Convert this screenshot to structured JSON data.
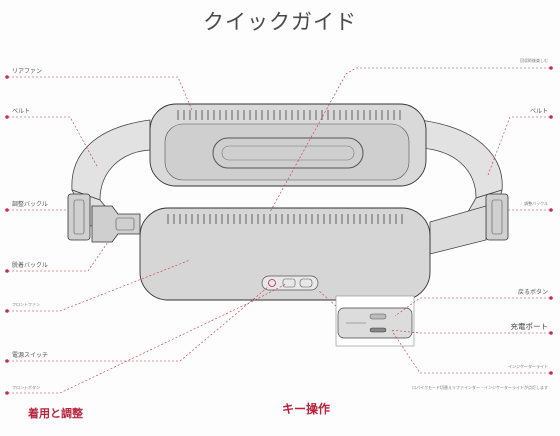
{
  "title": "クイックガイド",
  "labels": {
    "rear_fan": "リアファン",
    "belt_left": "ベルト",
    "adjust_buckle_left": "調整バックル",
    "removable_buckle": "脱着バックル",
    "front_fan": "フロントファン",
    "power_switch": "電源スイッチ",
    "front_button": "フロントボタン",
    "top_right_note": "回収術後楽しむ",
    "belt_right": "ベルト",
    "adjust_buckle_right": "調整バックル",
    "back_button": "戻るボタン",
    "charge_port": "充電ポート",
    "indicator": "インジケーターライト",
    "indicator_note": "ロバイクモード切替えリファインダー・インジケーターライトが点灯します"
  },
  "sections": {
    "wear_adjust": "着用と調整",
    "key_operation": "キー操作"
  },
  "colors": {
    "accent": "#b8243c",
    "device": "#d8d8d8",
    "outline": "#333333"
  }
}
